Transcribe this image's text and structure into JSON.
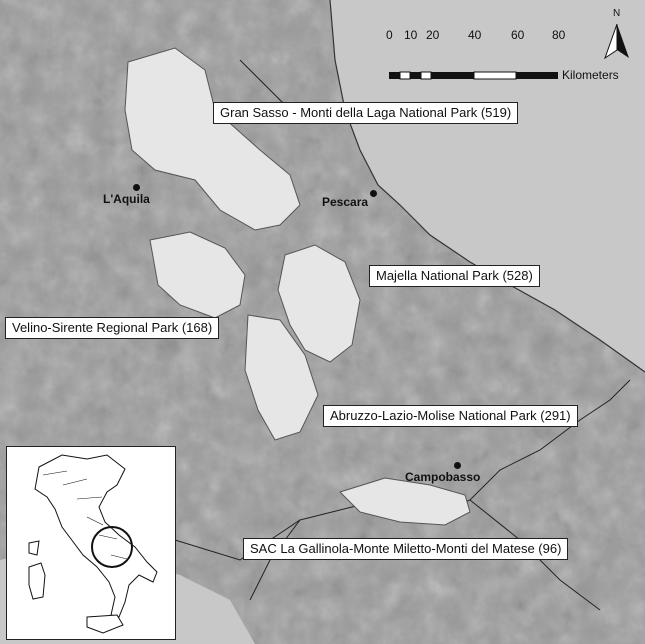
{
  "north_label": "N",
  "scale": {
    "ticks": [
      "0",
      "10",
      "20",
      "40",
      "60",
      "80"
    ],
    "unit": "Kilometers"
  },
  "parks": {
    "gran_sasso": "Gran Sasso - Monti della Laga National Park (519)",
    "majella": "Majella National Park (528)",
    "velino": "Velino-Sirente Regional Park (168)",
    "abruzzo": "Abruzzo-Lazio-Molise National Park (291)",
    "sac": "SAC La Gallinola-Monte Miletto-Monti del Matese (96)"
  },
  "cities": {
    "laquila": "L'Aquila",
    "pescara": "Pescara",
    "campobasso": "Campobasso"
  },
  "colors": {
    "terrain": "#9a9a9a",
    "sea": "#c8c8c8",
    "park_fill": "#e6e6e6",
    "boundary": "#111111"
  }
}
